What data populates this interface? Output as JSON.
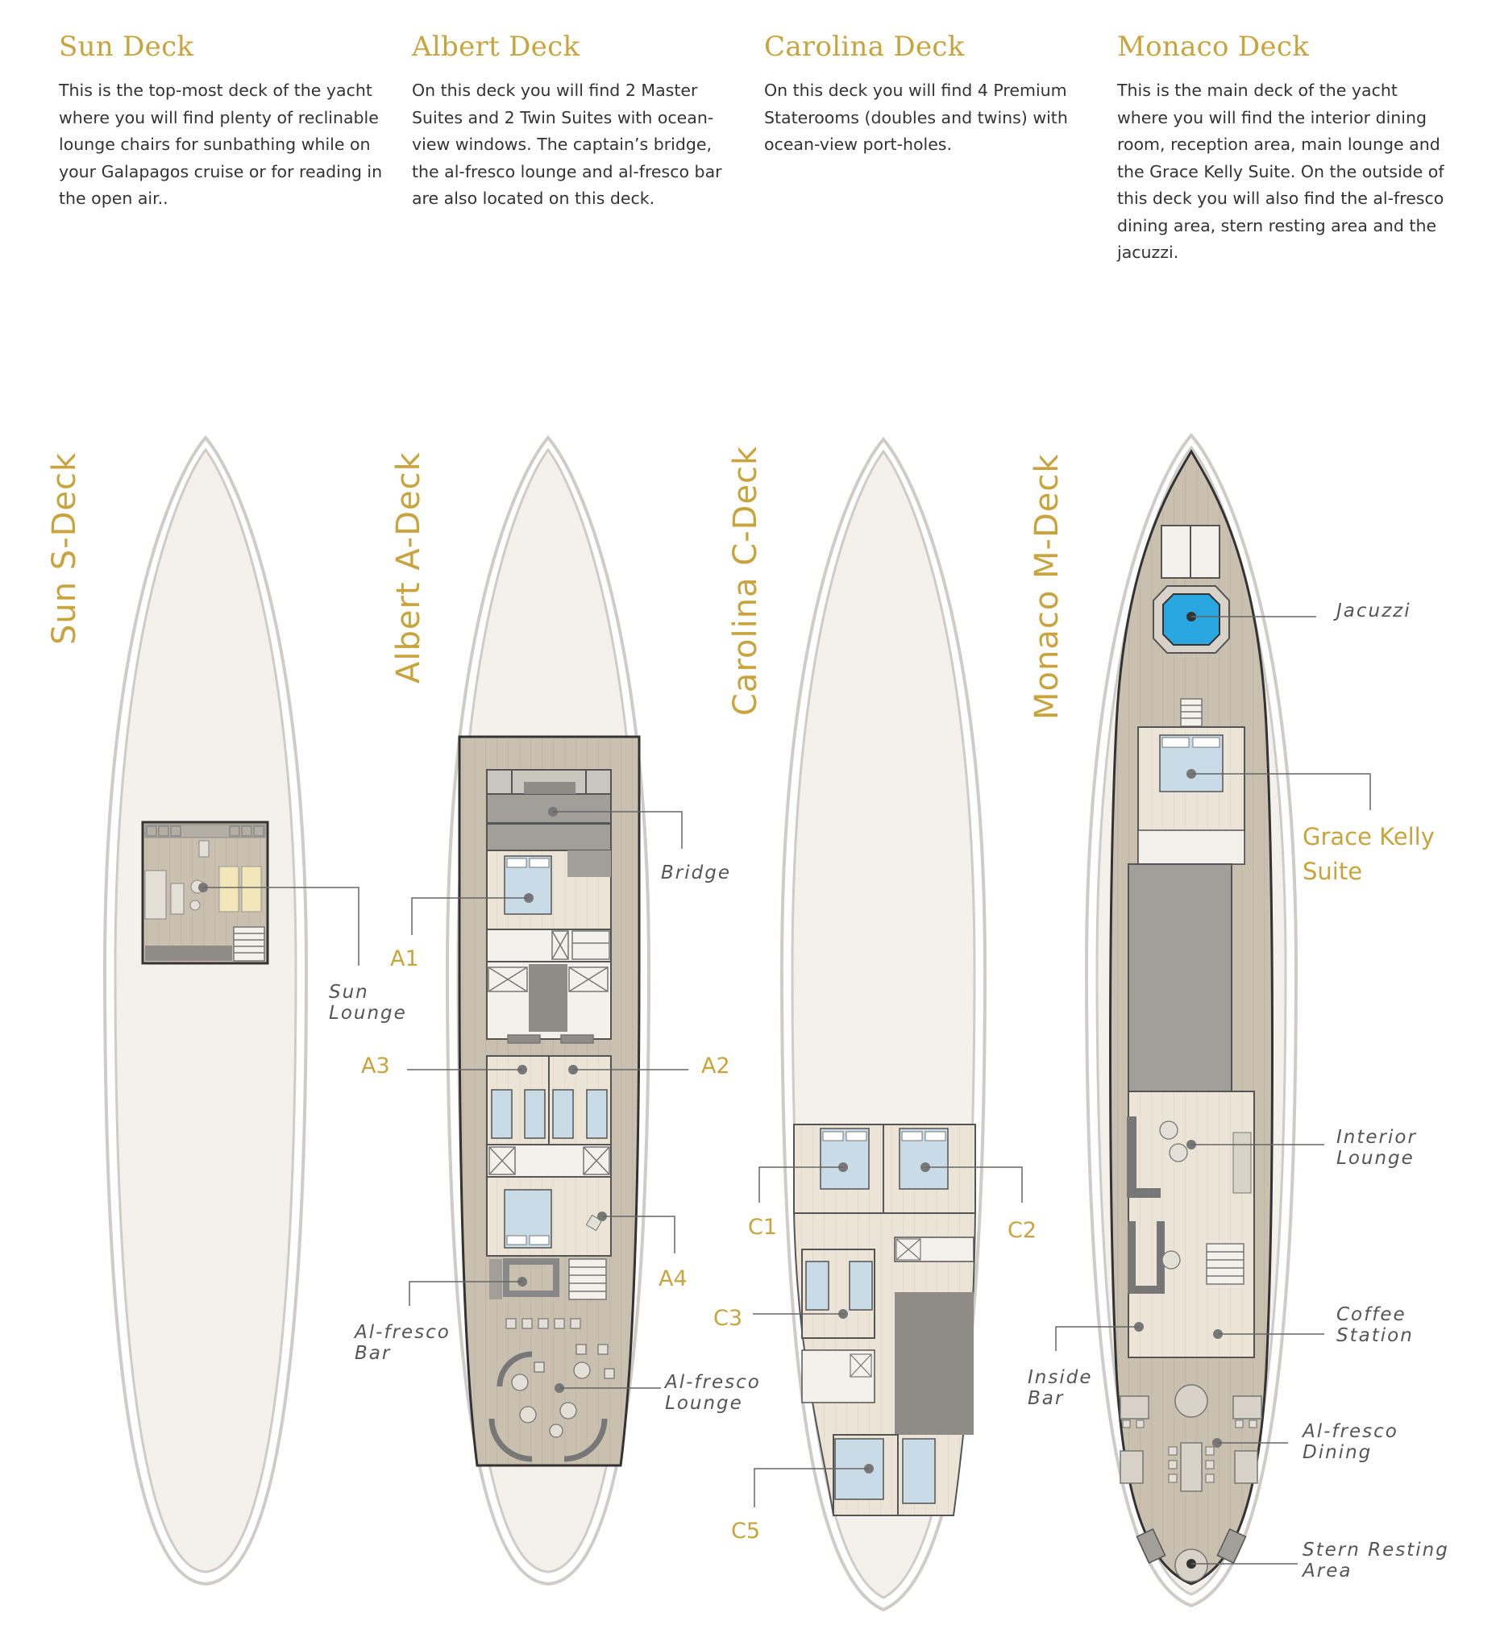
{
  "decks": [
    {
      "title": "Sun Deck",
      "text": "This is the top-most deck of the yacht where you will find plenty of reclinable lounge chairs for sunbathing while on your Galapagos cruise or for reading in the open air.."
    },
    {
      "title": "Albert Deck",
      "text": "On this deck you will find 2 Master Suites and 2 Twin Suites with ocean-view windows. The captain’s bridge, the al-fresco lounge and al-fresco bar are also located on this deck."
    },
    {
      "title": "Carolina Deck",
      "text": "On this deck you will find 4 Premium Staterooms (doubles and twins) with ocean-view port-holes."
    },
    {
      "title": "Monaco Deck",
      "text": "This is the main deck of the yacht where you will find the interior dining room, reception area, main lounge and the Grace Kelly Suite.  On the outside of this deck you will also find the al-fresco dining area, stern resting area and the jacuzzi."
    }
  ],
  "plan_titles": {
    "sun": "Sun S-Deck",
    "albert": "Albert A-Deck",
    "carolina": "Carolina C-Deck",
    "monaco": "Monaco M-Deck"
  },
  "labels": {
    "sun_lounge": [
      "Sun",
      "Lounge"
    ],
    "bridge": "Bridge",
    "al_fresco_bar": [
      "Al-fresco",
      "Bar"
    ],
    "al_fresco_lounge": [
      "Al-fresco",
      "Lounge"
    ],
    "jacuzzi": "Jacuzzi",
    "grace_kelly": [
      "Grace Kelly",
      "Suite"
    ],
    "interior_lounge": [
      "Interior",
      "Lounge"
    ],
    "coffee_station": [
      "Coffee",
      "Station"
    ],
    "inside_bar": [
      "Inside",
      "Bar"
    ],
    "al_fresco_dining": [
      "Al-fresco",
      "Dining"
    ],
    "stern_resting": [
      "Stern Resting",
      "Area"
    ]
  },
  "cabins": {
    "a1": "A1",
    "a2": "A2",
    "a3": "A3",
    "a4": "A4",
    "c1": "C1",
    "c2": "C2",
    "c3": "C3",
    "c5": "C5"
  },
  "colors": {
    "gold": "#c9a43c",
    "hull": "#f4f0eb",
    "deck": "#c5bba9",
    "wall": "#9b9792",
    "bed": "#c8dbe6"
  }
}
